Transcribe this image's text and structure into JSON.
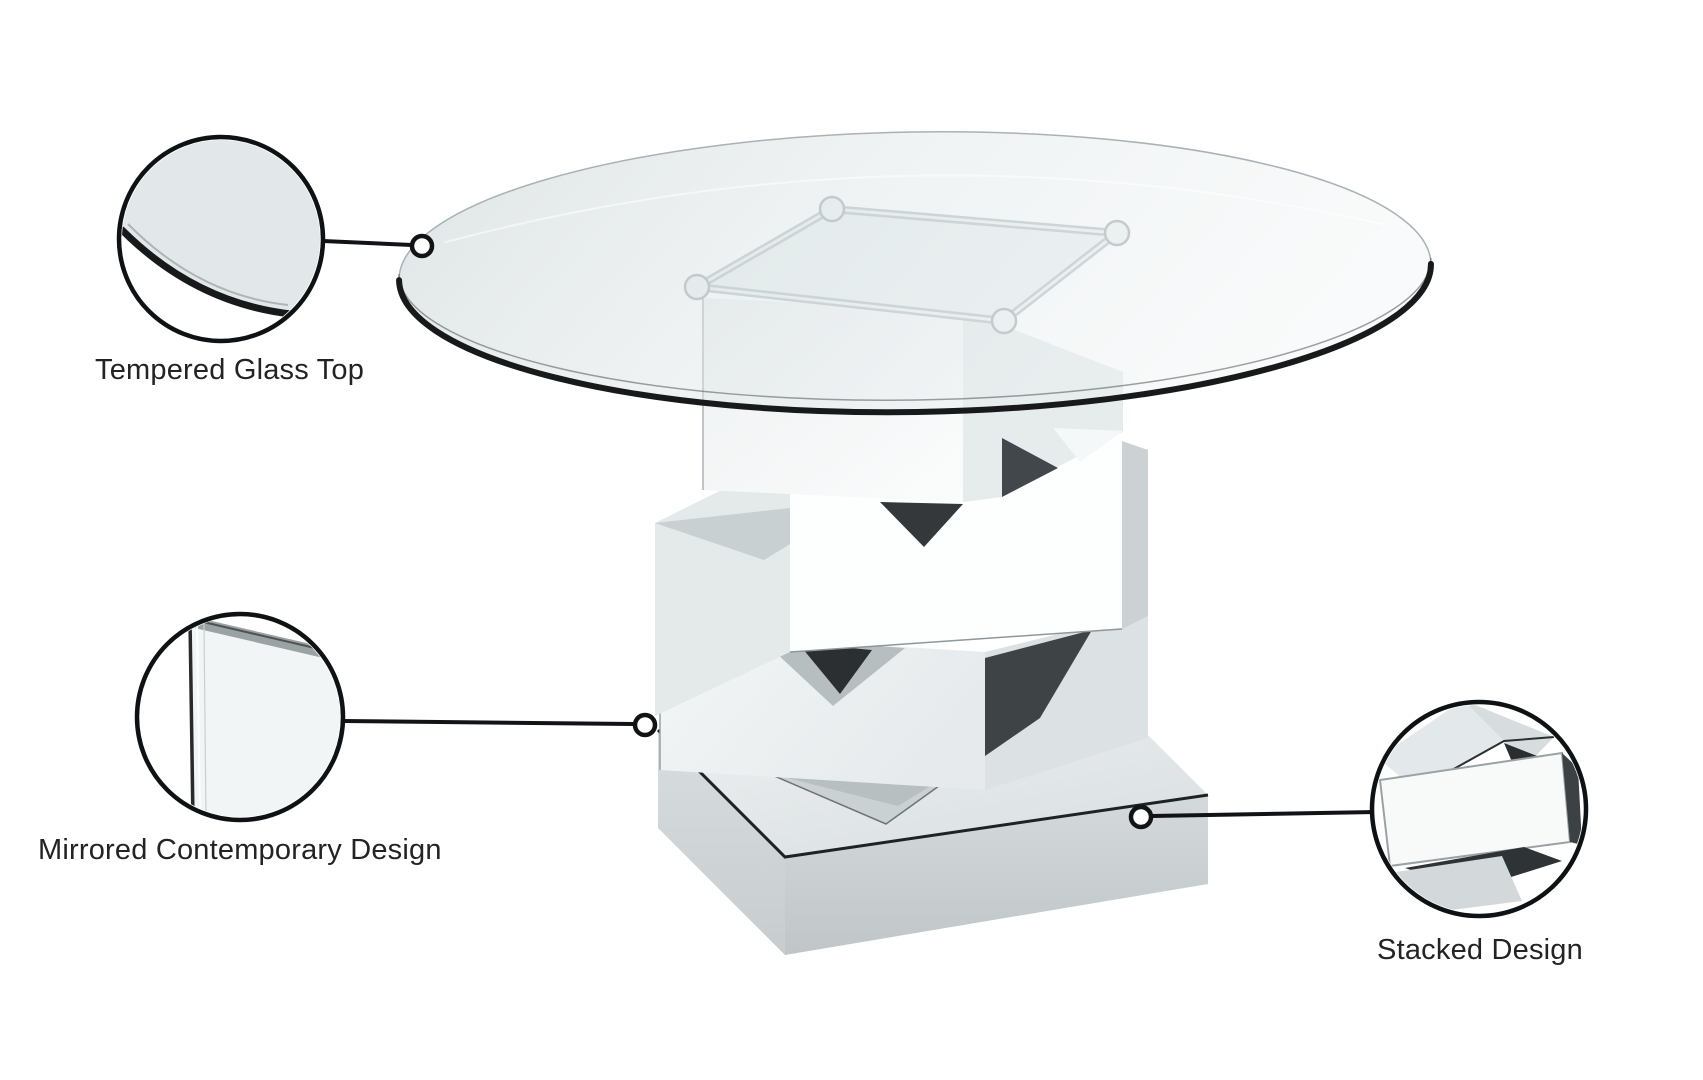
{
  "scene": {
    "background": "#ffffff",
    "connector_color": "#111316",
    "text_color": "#232323"
  },
  "product": {
    "kind": "round glass-top dining table with mirrored stacked pedestal",
    "features": [
      "Tempered Glass Top",
      "Mirrored Contemporary Design",
      "Stacked Design"
    ]
  },
  "callouts": [
    {
      "label": "Tempered Glass Top",
      "detail_name": "glass-edge-closeup"
    },
    {
      "label": "Mirrored Contemporary Design",
      "detail_name": "mirror-panel-edge-closeup"
    },
    {
      "label": "Stacked Design",
      "detail_name": "stacked-blocks-closeup"
    }
  ],
  "palette": {
    "glass_tint": "#dde4e6",
    "mirror_light": "#f5f8f8",
    "mirror_mid": "#d6dcde",
    "mirror_dark": "#2c3133",
    "edge_dark": "#17191b",
    "chrome": "#c3cacd"
  }
}
